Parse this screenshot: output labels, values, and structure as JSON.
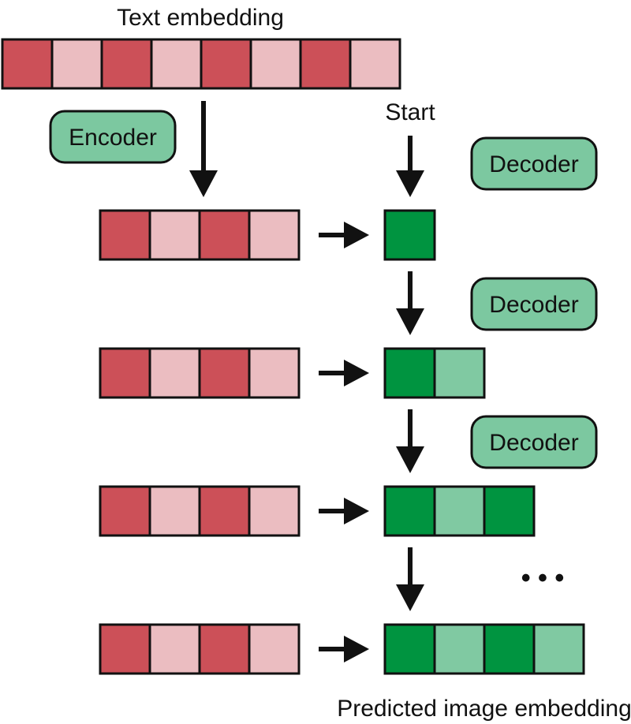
{
  "diagram": {
    "labels": {
      "text_embedding": "Text embedding",
      "start": "Start",
      "predicted_image_embedding": "Predicted image embedding",
      "ellipsis": "• • •"
    },
    "encoder": {
      "label": "Encoder"
    },
    "decoders": [
      {
        "label": "Decoder"
      },
      {
        "label": "Decoder"
      },
      {
        "label": "Decoder"
      }
    ],
    "text_embedding_cells": [
      "dark",
      "light",
      "dark",
      "light",
      "dark",
      "light",
      "dark",
      "light"
    ],
    "encoded_cells": [
      "dark",
      "light",
      "dark",
      "light"
    ],
    "steps": [
      {
        "image_cells": [
          "dark"
        ]
      },
      {
        "image_cells": [
          "dark",
          "light"
        ]
      },
      {
        "image_cells": [
          "dark",
          "light",
          "dark"
        ]
      },
      {
        "image_cells": [
          "dark",
          "light",
          "dark",
          "light"
        ]
      }
    ],
    "colors": {
      "text_dark": "#cc5058",
      "text_light": "#ebbdc1",
      "image_dark": "#009440",
      "image_light": "#80c9a2",
      "pill_fill": "#7cc8a0",
      "stroke": "#111111"
    }
  }
}
